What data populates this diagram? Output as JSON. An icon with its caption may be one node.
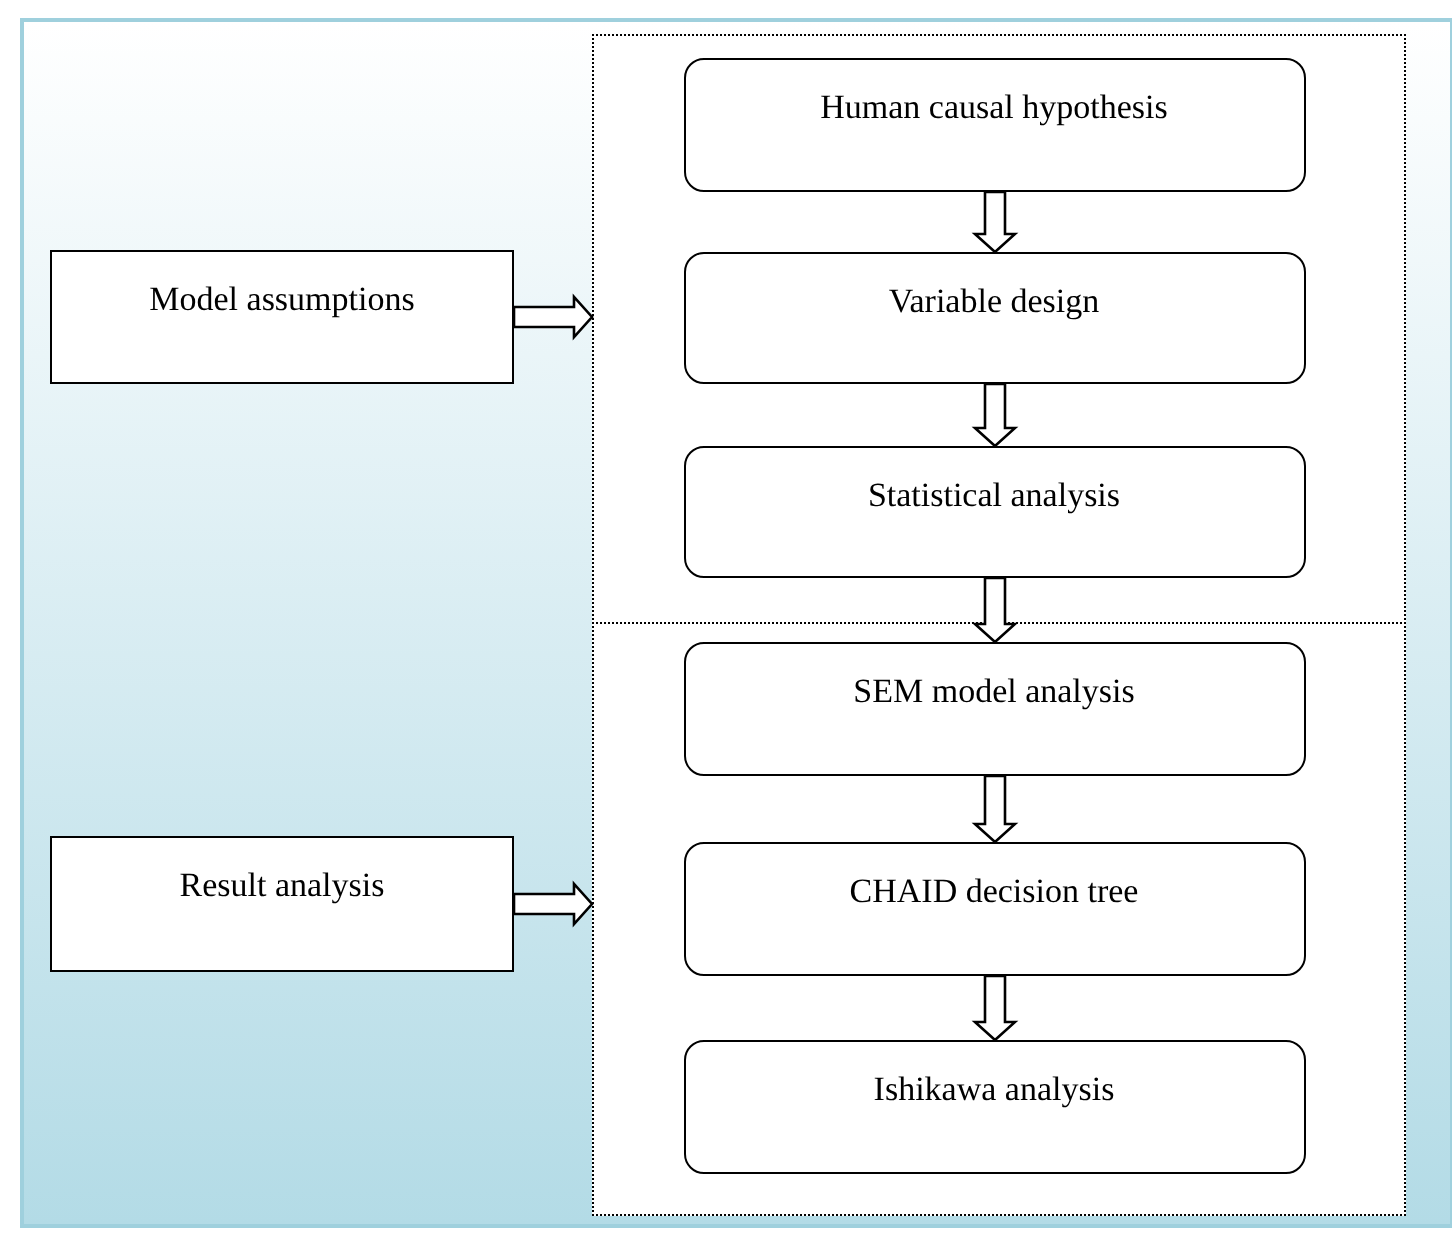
{
  "diagram": {
    "nodes": [
      {
        "text": [
          "Model assumptions"
        ]
      },
      {
        "text": [],
        "shape": "box"
      },
      {
        "text": [
          "Human causal hypothesis"
        ],
        "in": 1
      },
      {
        "text": [
          "Variable design"
        ],
        "in": 1
      },
      {
        "text": [
          "Statistical analysis"
        ],
        "in": 1
      },
      {
        "text": [
          "Result analysis"
        ]
      },
      {
        "text": [],
        "shape": "box"
      },
      {
        "text": [
          "SEM model analysis"
        ],
        "in": 6
      },
      {
        "text": [
          "CHAID decision tree"
        ],
        "in": 6
      },
      {
        "text": [
          "Ishikawa analysis"
        ],
        "in": 6
      }
    ],
    "edges": [
      {
        "from": 0,
        "to": 1,
        "arrow": "to"
      },
      {
        "from": 2,
        "to": 3,
        "arrow": "to"
      },
      {
        "from": 3,
        "to": 4,
        "arrow": "to"
      },
      {
        "from": 4,
        "to": 7,
        "arrow": "to"
      },
      {
        "from": 7,
        "to": 8,
        "arrow": "to"
      },
      {
        "from": 8,
        "to": 9,
        "arrow": "to"
      },
      {
        "from": 5,
        "to": 6,
        "arrow": "to"
      }
    ]
  }
}
